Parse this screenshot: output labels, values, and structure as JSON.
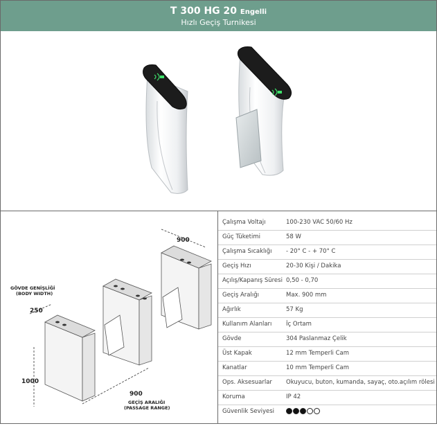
{
  "header": {
    "model": "T 300 HG 20",
    "model_suffix": "Engelli",
    "subtitle": "Hızlı Geçiş Turnikesi"
  },
  "diagram": {
    "body_width_label_tr": "GÖVDE GENİŞLİĞİ",
    "body_width_label_en": "(BODY WIDTH)",
    "body_width_value": "250",
    "height_value": "1000",
    "top_depth_value": "900",
    "passage_value": "900",
    "passage_label_tr": "GEÇİŞ ARALIĞI",
    "passage_label_en": "(PASSAGE RANGE)"
  },
  "specs": [
    {
      "key": "Çalışma Voltajı",
      "value": "100-230 VAC 50/60 Hz"
    },
    {
      "key": "Güç Tüketimi",
      "value": "58 W"
    },
    {
      "key": "Çalışma Sıcaklığı",
      "value": "- 20° C - + 70° C"
    },
    {
      "key": "Geçiş Hızı",
      "value": "20-30 Kişi / Dakika"
    },
    {
      "key": "Açılış/Kapanış Süresi",
      "value": "0,50 - 0,70"
    },
    {
      "key": "Geçiş Aralığı",
      "value": "Max. 900 mm"
    },
    {
      "key": "Ağırlık",
      "value": "57 Kg"
    },
    {
      "key": "Kullanım Alanları",
      "value": "İç Ortam"
    },
    {
      "key": "Gövde",
      "value": "304 Paslanmaz Çelik"
    },
    {
      "key": "Üst Kapak",
      "value": "12 mm Temperli Cam"
    },
    {
      "key": "Kanatlar",
      "value": "10 mm Temperli Cam"
    },
    {
      "key": "Ops. Aksesuarlar",
      "value": "Okuyucu, buton, kumanda, sayaç, oto.açılım rölesi"
    },
    {
      "key": "Koruma",
      "value": "IP 42"
    },
    {
      "key": "Güvenlik Seviyesi",
      "value": ""
    }
  ],
  "security_level": {
    "filled": 3,
    "total": 5
  },
  "colors": {
    "header_bg": "#6e9e8d",
    "reader_led": "#3ee06a"
  }
}
